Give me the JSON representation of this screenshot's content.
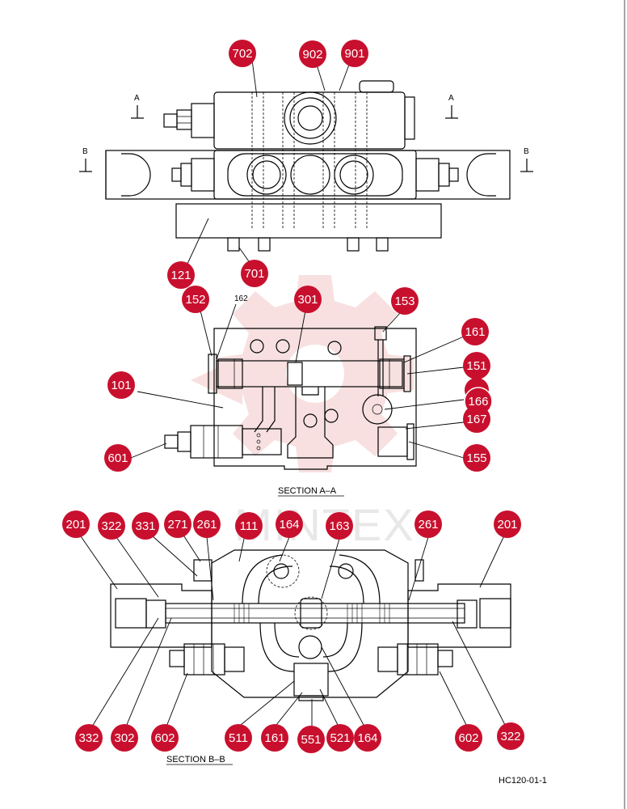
{
  "colors": {
    "badge": "#c8102e",
    "badge_text": "#ffffff",
    "line": "#000000",
    "watermark": "#f4c7c7"
  },
  "watermark": {
    "text": "MINTEX",
    "icon": "gear-logo-watermark"
  },
  "section_marks": {
    "a_left": "A",
    "a_right": "A",
    "b_left": "B",
    "b_right": "B"
  },
  "captions": {
    "section_aa": "SECTION  A–A",
    "section_bb": "SECTION  B–B"
  },
  "plain_labels": {
    "p162": "162"
  },
  "drawing_number": "HC120-01-1",
  "labels": {
    "l702": "702",
    "l902": "902",
    "l901": "901",
    "l121": "121",
    "l701": "701",
    "l152": "152",
    "l301": "301",
    "l153": "153",
    "l161a": "161",
    "l101": "101",
    "l151": "151",
    "l166": "166",
    "l167": "167",
    "l601": "601",
    "l155": "155",
    "l201a": "201",
    "l322a": "322",
    "l331": "331",
    "l271": "271",
    "l261a": "261",
    "l111": "111",
    "l164a": "164",
    "l163": "163",
    "l261b": "261",
    "l201b": "201",
    "l332": "332",
    "l302": "302",
    "l602a": "602",
    "l511": "511",
    "l161b": "161",
    "l551": "551",
    "l521": "521",
    "l164b": "164",
    "l602b": "602",
    "l322b": "322"
  }
}
